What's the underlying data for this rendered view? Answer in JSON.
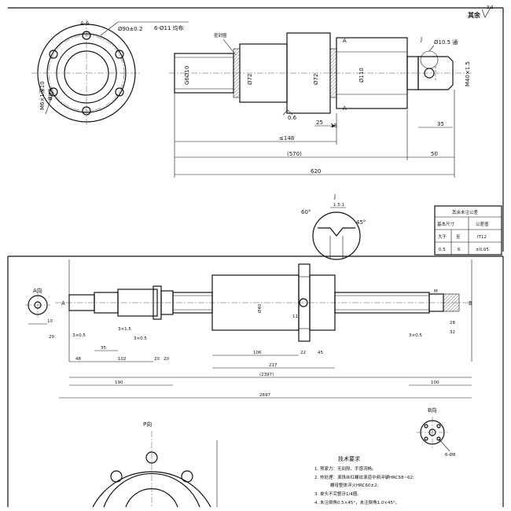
{
  "top": {
    "section_label": "A-A",
    "flange_dia": "Ø90±0.2",
    "flange_holes": "6-Ø11 均布",
    "thread_note": "M6×1深10",
    "thread_note2": "螺纹孔",
    "roughness_label": "其余",
    "roughness_value": "3.2",
    "seal_label": "密封圈",
    "shaft_dia": "G6Ø10",
    "nut_dia": "Ø72",
    "nut_dia2": "Ø72",
    "body_dia": "Ø110",
    "hole_dia": "Ø10.5 通",
    "end_thread": "M40×1.5",
    "section_mark": "A",
    "detail_mark": "J",
    "dim_06": "0.6",
    "dim_25": "25",
    "dim_18": "18",
    "dim_35": "35",
    "dim_148": "≤148",
    "dim_570": "(570)",
    "dim_50": "50",
    "dim_620": "620",
    "detail_label": "J",
    "detail_scale": "1.5:1",
    "angle_60": "60°",
    "angle_45": "45°"
  },
  "tol_table": {
    "title": "其余未注公差",
    "col1": "基本尺寸",
    "col2": "公差值",
    "r1a": "大于",
    "r1b": "至",
    "r1c": "IT12",
    "r2a": "0.5",
    "r2b": "6",
    "r2c": "±0.05"
  },
  "bottom": {
    "view_a": "A向",
    "view_b": "B向",
    "mark_a": "A",
    "mark_b": "B",
    "d_20": "20",
    "d_10": "10",
    "d_30a": "3×0.5",
    "d_15": "3×1.5",
    "d_30b": "3×0.5",
    "d_35": "35",
    "d_48": "48",
    "d_102": "102",
    "d_20b": "20",
    "d_20c": "20",
    "d_106": "106",
    "d_217": "217",
    "d_22": "22",
    "d_45": "45",
    "d_2397": "(2397)",
    "d_190": "190",
    "d_100": "100",
    "d_2697": "2697",
    "d_28": "28",
    "d_32": "32",
    "d_3x05": "3×0.5",
    "d_n11": "11",
    "d_m": "M",
    "screw_dia": "Ø40",
    "p_view": "P向",
    "note_holes": "6-Ø8",
    "notes_title": "技术要求",
    "note1": "1. 预紧力：无间隙，手感流畅。",
    "note2": "2. 热处理：滚珠丝杠螺纹滚道中频淬硬HRC58~62;",
    "note2b": "螺母整体淬火HRC60±2;",
    "note3": "3. 单头不完整牙1/4圈。",
    "note4": "4. 未注倒角0.5×45°，未注倒角1.0×45°。"
  }
}
